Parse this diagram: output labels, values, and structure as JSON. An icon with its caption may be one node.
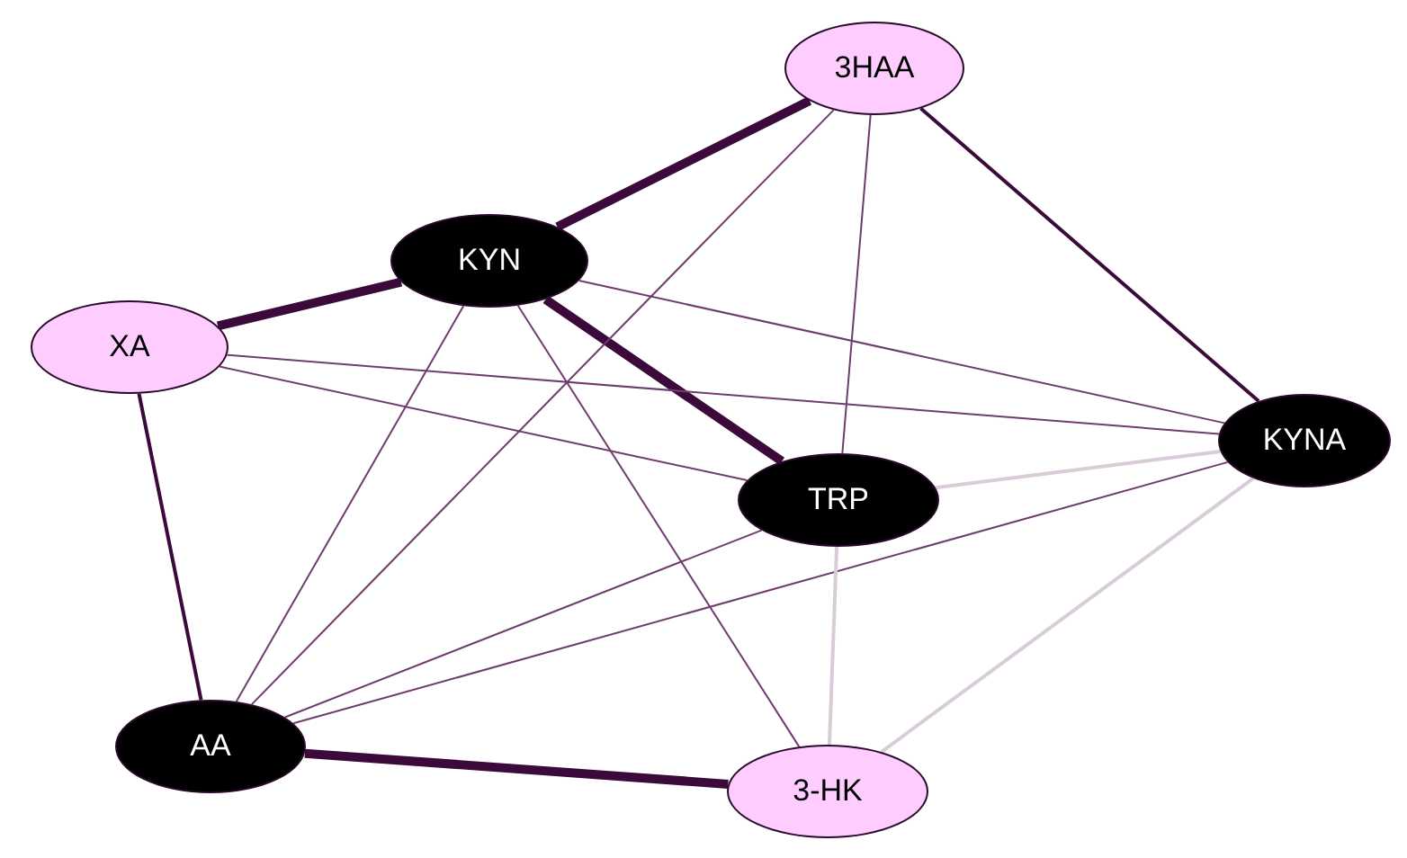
{
  "diagram": {
    "nodes": [
      {
        "text": [
          "3HAA"
        ]
      },
      {
        "text": [
          "KYN"
        ]
      },
      {
        "text": [
          "XA"
        ]
      },
      {
        "text": [
          "TRP"
        ]
      },
      {
        "text": [
          "KYNA"
        ]
      },
      {
        "text": [
          "AA"
        ]
      },
      {
        "text": [
          "3-HK"
        ]
      }
    ],
    "edges": [
      {
        "from": 0,
        "to": 1,
        "arrow": "none",
        "style": "thick",
        "color": "#3b0a3b"
      },
      {
        "from": 1,
        "to": 2,
        "arrow": "none",
        "style": "thick",
        "color": "#3b0a3b"
      },
      {
        "from": 1,
        "to": 3,
        "arrow": "none",
        "style": "thick",
        "color": "#3b0a3b"
      },
      {
        "from": 5,
        "to": 6,
        "arrow": "none",
        "style": "thick",
        "color": "#3b0a3b"
      },
      {
        "from": 2,
        "to": 5,
        "arrow": "none",
        "color": "#3b0a3b"
      },
      {
        "from": 0,
        "to": 4,
        "arrow": "none",
        "color": "#3b0a3b"
      },
      {
        "from": 0,
        "to": 3,
        "arrow": "none"
      },
      {
        "from": 0,
        "to": 5,
        "arrow": "none"
      },
      {
        "from": 1,
        "to": 4,
        "arrow": "none"
      },
      {
        "from": 1,
        "to": 5,
        "arrow": "none"
      },
      {
        "from": 1,
        "to": 6,
        "arrow": "none"
      },
      {
        "from": 2,
        "to": 4,
        "arrow": "none"
      },
      {
        "from": 2,
        "to": 3,
        "arrow": "none"
      },
      {
        "from": 3,
        "to": 5,
        "arrow": "none"
      },
      {
        "from": 4,
        "to": 5,
        "arrow": "none"
      },
      {
        "from": 3,
        "to": 4,
        "arrow": "none",
        "color": "#d8ccd8"
      },
      {
        "from": 3,
        "to": 6,
        "arrow": "none",
        "color": "#d8ccd8"
      },
      {
        "from": 4,
        "to": 6,
        "arrow": "none",
        "color": "#d8ccd8"
      }
    ]
  }
}
